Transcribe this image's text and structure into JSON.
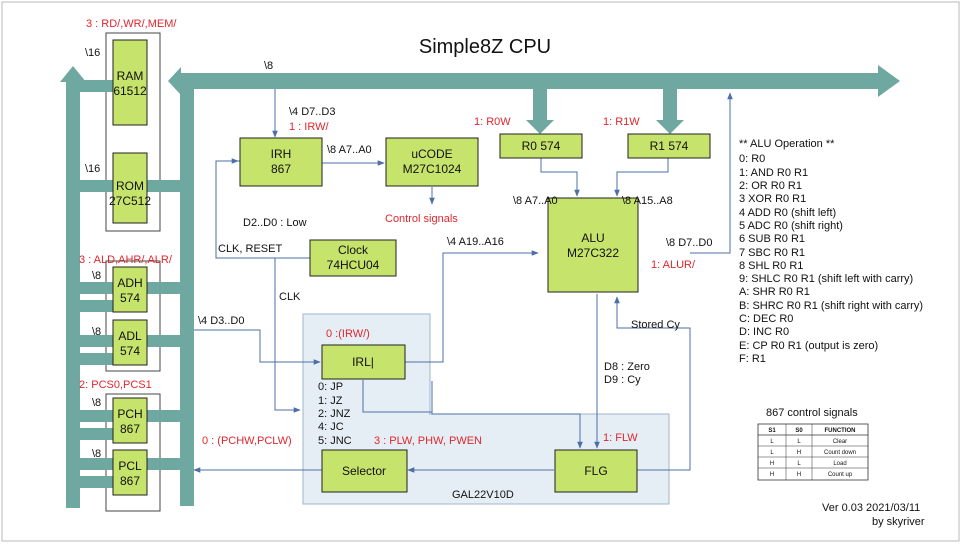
{
  "title": "Simple8Z CPU",
  "colors": {
    "chip": "#c6e36b",
    "bus": "#6fa8a0",
    "wire": "#4d6fa8",
    "control": "#e0262c",
    "gal_box": "#e6eef5"
  },
  "chips": {
    "ram": {
      "line1": "RAM",
      "line2": "61512"
    },
    "rom": {
      "line1": "ROM",
      "line2": "27C512"
    },
    "adh": {
      "line1": "ADH",
      "line2": "574"
    },
    "adl": {
      "line1": "ADL",
      "line2": "574"
    },
    "pch": {
      "line1": "PCH",
      "line2": "867"
    },
    "pcl": {
      "line1": "PCL",
      "line2": "867"
    },
    "irh": {
      "line1": "IRH",
      "line2": "867"
    },
    "ucode": {
      "line1": "uCODE",
      "line2": "M27C1024"
    },
    "clock": {
      "line1": "Clock",
      "line2": "74HCU04"
    },
    "r0": {
      "line1": "R0  574"
    },
    "r1": {
      "line1": "R1  574"
    },
    "alu": {
      "line1": "ALU",
      "line2": "M27C322"
    },
    "irl": {
      "line1": "IRL|"
    },
    "selector": {
      "line1": "Selector"
    },
    "flg": {
      "line1": "FLG"
    }
  },
  "signals": {
    "mem": "3 : RD/,WR/,MEM/",
    "adreg": "3 : ALD,AHR/,ALR/",
    "pcs": "2: PCS0,PCS1",
    "irw_h": "1 : IRW/",
    "irw_l": "0 :(IRW/)",
    "r0w": "1: R0W",
    "r1w": "1: R1W",
    "alur": "1: ALUR/",
    "flw": "1: FLW",
    "pchw": "0 : (PCHW,PCLW)",
    "plw": "3 : PLW, PHW, PWEN"
  },
  "labels": {
    "bus16_top": "\\16",
    "bus16_mid": "\\16",
    "bus8_main": "\\8",
    "bus8_adh": "\\8",
    "bus8_adl": "\\8",
    "bus8_pch": "\\8",
    "bus8_pcl": "\\8",
    "irh_in": "\\4 D7..D3",
    "irh_out": "\\8 A7..A0",
    "irh_low": "D2..D0 : Low",
    "control_signals": "Control signals",
    "clk_reset": "CLK, RESET",
    "clk": "CLK",
    "irl_in": "\\4 D3..D0",
    "alu_a_lo": "\\8 A7..A0",
    "alu_a_hi": "\\8 A15..A8",
    "alu_a_top": "\\4 A19..A16",
    "alu_out": "\\8 D7..D0",
    "stored_cy": "Stored Cy",
    "d8": "D8 : Zero",
    "d9": "D9 : Cy",
    "gal": "GAL22V10D"
  },
  "jump_list": [
    "0: JP",
    "1: JZ",
    "2: JNZ",
    "4: JC",
    "5: JNC"
  ],
  "alu_ops": {
    "heading": "** ALU Operation **",
    "items": [
      "0: R0",
      "1: AND    R0  R1",
      "2: OR     R0  R1",
      "3  XOR   R0  R1",
      "4  ADD   R0  (shift left)",
      "5  ADC   R0  (shift right)",
      "6  SUB   R0  R1",
      "7  SBC   R0  R1",
      "8  SHL   R0  R1",
      "9: SHLC  R0 R1 (shift left with carry)",
      "A: SHR   R0  R1",
      "B: SHRC R0 R1 (shift right with carry)",
      "C: DEC   R0",
      "D: INC    R0",
      "E: CP     R0  R1 (output is zero)",
      "F: R1"
    ]
  },
  "control_table": {
    "title": "867 control signals",
    "headers": [
      "S1",
      "S0",
      "FUNCTION"
    ],
    "rows": [
      [
        "L",
        "L",
        "Clear"
      ],
      [
        "L",
        "H",
        "Count down"
      ],
      [
        "H",
        "L",
        "Load"
      ],
      [
        "H",
        "H",
        "Count up"
      ]
    ]
  },
  "version": "Ver 0.03 2021/03/11",
  "author": "by skyriver"
}
